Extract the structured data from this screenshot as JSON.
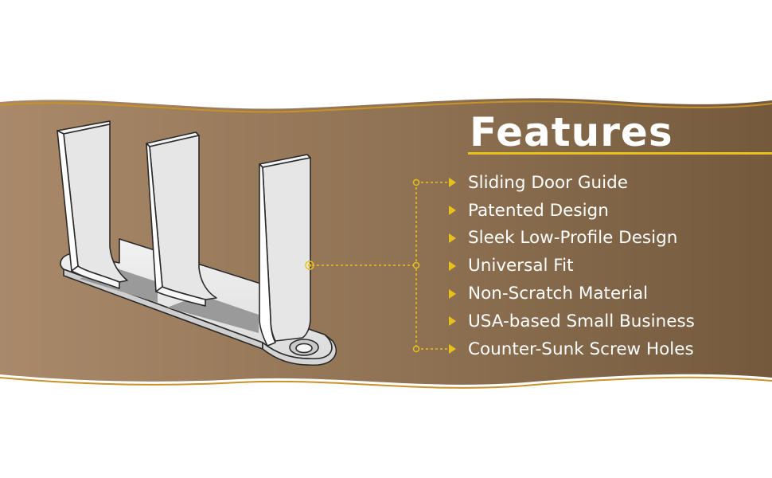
{
  "heading": "Features",
  "features": [
    {
      "label": "Sliding Door Guide",
      "icon": "arrow-right-icon"
    },
    {
      "label": "Patented Design",
      "icon": "arrow-right-icon"
    },
    {
      "label": "Sleek Low-Profile Design",
      "icon": "arrow-right-icon"
    },
    {
      "label": "Universal Fit",
      "icon": "arrow-right-icon"
    },
    {
      "label": "Non-Scratch Material",
      "icon": "arrow-right-icon"
    },
    {
      "label": "USA-based Small Business",
      "icon": "arrow-right-icon"
    },
    {
      "label": "Counter-Sunk Screw Holes",
      "icon": "arrow-right-icon"
    }
  ],
  "colors": {
    "band_light": "#a9896a",
    "band_dark": "#74593d",
    "accent": "#e8c21a",
    "border": "#c8922a",
    "text": "#ffffff"
  }
}
